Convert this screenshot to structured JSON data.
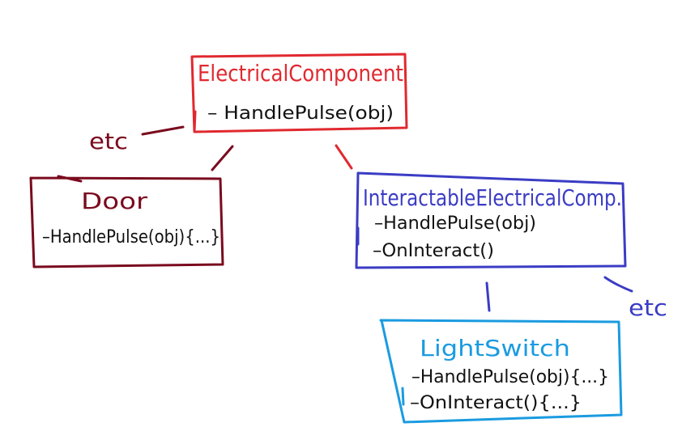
{
  "colors": {
    "electrical": "#e0292f",
    "door": "#7a0a1e",
    "interactable": "#3b3cc4",
    "lightswitch": "#1a9be0",
    "text": "#111111"
  },
  "electrical_component": {
    "title": "ElectricalComponent",
    "members": [
      "– HandlePulse(obj)"
    ]
  },
  "door": {
    "title": "Door",
    "members": [
      "–HandlePulse(obj){...}"
    ]
  },
  "interactable": {
    "title": "InteractableElectricalComp.",
    "members": [
      "–HandlePulse(obj)",
      "–OnInteract()"
    ]
  },
  "light_switch": {
    "title": "LightSwitch",
    "members": [
      "–HandlePulse(obj){...}",
      "–OnInteract(){...}"
    ]
  },
  "etc_left": "etc",
  "etc_right": "etc"
}
